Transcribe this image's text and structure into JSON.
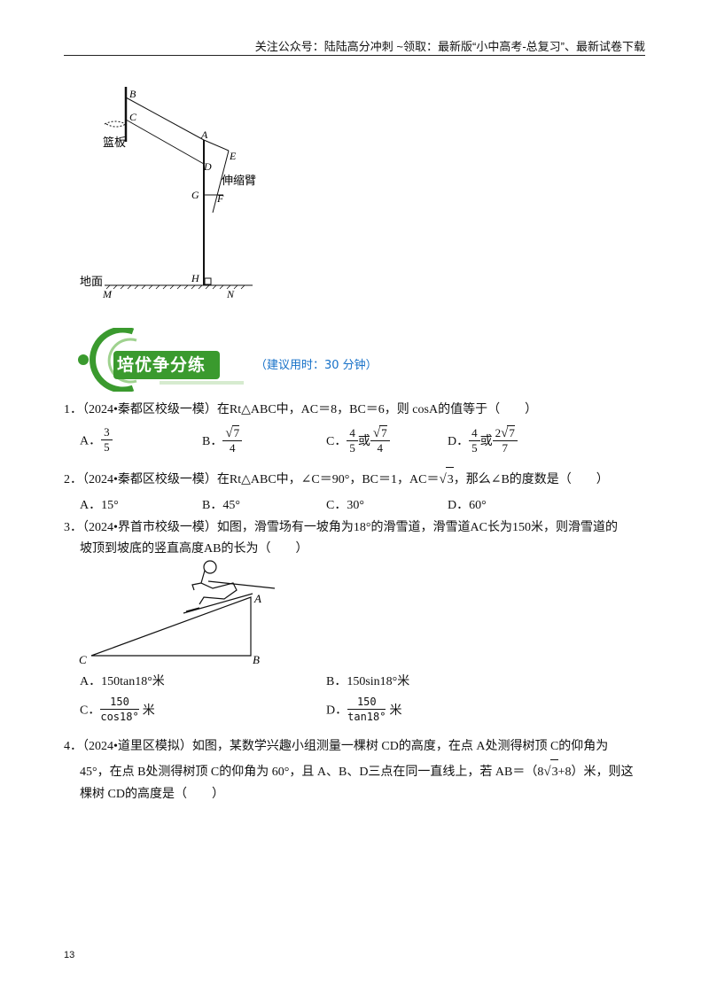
{
  "header": {
    "text": "关注公众号：陆陆高分冲刺 ~领取：最新版“小中高考-总复习”、最新试卷下载"
  },
  "figure1": {
    "labels": {
      "B": "B",
      "C": "C",
      "A": "A",
      "D": "D",
      "E": "E",
      "G": "G",
      "F": "F",
      "H": "H",
      "M": "M",
      "N": "N"
    },
    "board_label": "篮板",
    "arm_label": "伸缩臂",
    "ground_label": "地面"
  },
  "section": {
    "title": "培优争分练",
    "subtitle": "（建议用时：30 分钟）"
  },
  "q1": {
    "stem": "1．（2024•秦都区校级一模）在Rt△ABC中，AC＝8，BC＝6，则 cosA的值等于（　　）",
    "a_label": "A．",
    "a_num": "3",
    "a_den": "5",
    "b_label": "B．",
    "b_num_rad": "7",
    "b_den": "4",
    "c_label": "C．",
    "c_num1": "4",
    "c_den1": "5",
    "c_or": "或",
    "c_num2_rad": "7",
    "c_den2": "4",
    "d_label": "D．",
    "d_num1": "4",
    "d_den1": "5",
    "d_or": "或",
    "d_num2_coef": "2",
    "d_num2_rad": "7",
    "d_den2": "7"
  },
  "q2": {
    "stem_pre": "2．（2024•秦都区校级一模）在Rt△ABC中，∠C＝90°，BC＝1，AC＝",
    "stem_rad": "3",
    "stem_post": "，那么∠B的度数是（　　）",
    "a": "A．15°",
    "b": "B．45°",
    "c": "C．30°",
    "d": "D．60°"
  },
  "q3": {
    "line1": "3．（2024•界首市校级一模）如图，滑雪场有一坡角为18°的滑雪道，滑雪道AC长为150米，则滑雪道的",
    "line2": "坡顶到坡底的竖直高度AB的长为（　　）",
    "fig_labels": {
      "A": "A",
      "B": "B",
      "C": "C"
    },
    "a": "A．150tan18°米",
    "b": "B．150sin18°米",
    "c_label": "C．",
    "c_num": "150",
    "c_den": "cos18°",
    "c_unit": "米",
    "d_label": "D．",
    "d_num": "150",
    "d_den": "tan18°",
    "d_unit": "米"
  },
  "q4": {
    "line1": "4．（2024•道里区模拟）如图，某数学兴趣小组测量一棵树 CD的高度，在点 A处测得树顶 C的仰角为",
    "line2_pre": "45°，在点 B处测得树顶 C的仰角为 60°，且 A、B、D三点在同一直线上，若 AB＝（8",
    "line2_rad": "3",
    "line2_post": "+8）米，则这",
    "line3": "棵树 CD的高度是（　　）"
  },
  "page_number": "13",
  "colors": {
    "accent_green": "#3a9a2e",
    "subtitle_blue": "#1570c8"
  }
}
